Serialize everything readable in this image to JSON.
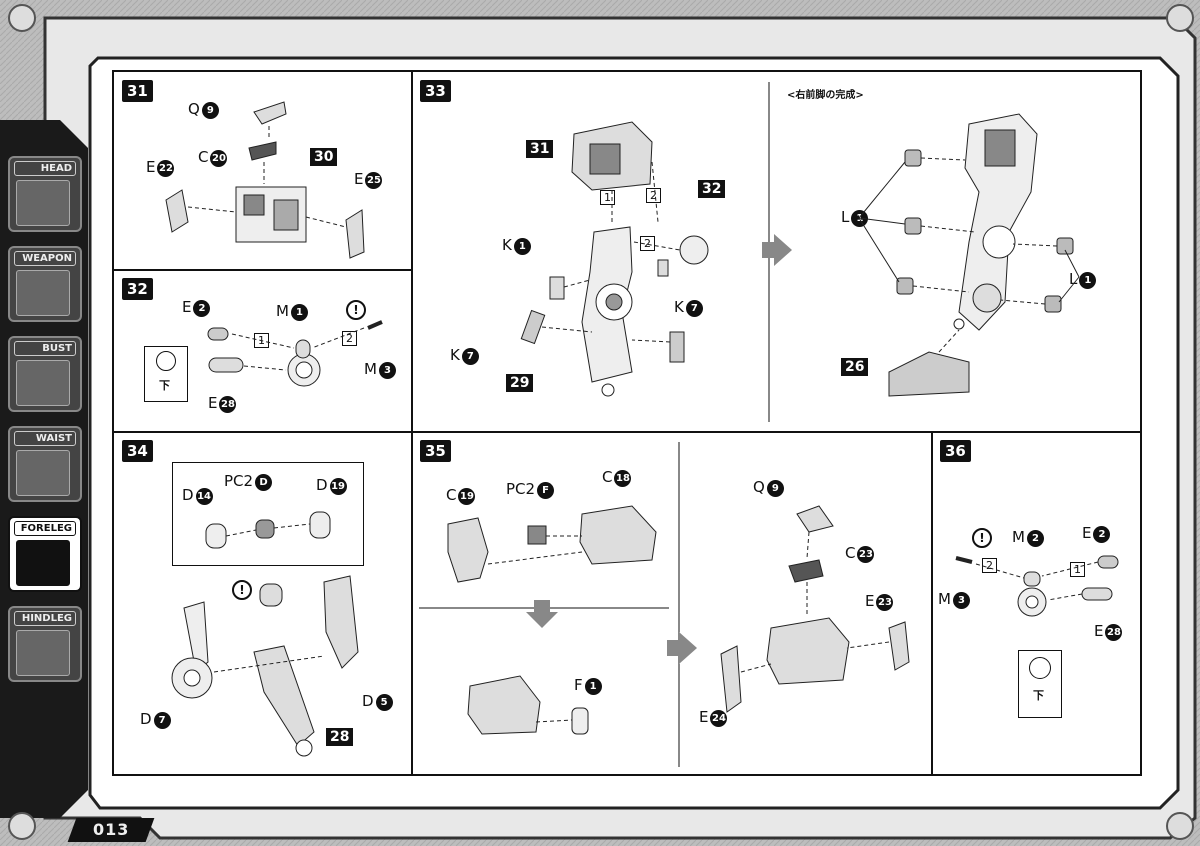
{
  "sidebar": {
    "tabs": [
      {
        "label": "HEAD",
        "icon": "head-icon",
        "active": false
      },
      {
        "label": "WEAPON",
        "icon": "weapon-icon",
        "active": false
      },
      {
        "label": "BUST",
        "icon": "bust-icon",
        "active": false
      },
      {
        "label": "WAIST",
        "icon": "waist-icon",
        "active": false
      },
      {
        "label": "FORELEG",
        "icon": "foreleg-icon",
        "active": true
      },
      {
        "label": "HINDLEG",
        "icon": "hindleg-icon",
        "active": false
      }
    ]
  },
  "page_number": "013",
  "steps": {
    "s31": {
      "no": "31",
      "labels": [
        {
          "t": "Q",
          "n": "9"
        },
        {
          "t": "C",
          "n": "20"
        },
        {
          "t": "E",
          "n": "22"
        },
        {
          "t": "E",
          "n": "25"
        }
      ],
      "ref": "30"
    },
    "s32": {
      "no": "32",
      "labels": [
        {
          "t": "E",
          "n": "2"
        },
        {
          "t": "M",
          "n": "1"
        },
        {
          "t": "M",
          "n": "3"
        },
        {
          "t": "E",
          "n": "28"
        }
      ],
      "order1": "1",
      "order2": "2",
      "caution": "!",
      "down": "下"
    },
    "s33": {
      "no": "33",
      "labels": [
        {
          "t": "K",
          "n": "1"
        },
        {
          "t": "K",
          "n": "7"
        },
        {
          "t": "K",
          "n": "7"
        }
      ],
      "ref_a": "31",
      "ref_b": "32",
      "ref_c": "29",
      "order1": "1",
      "order2": "2",
      "order2b": "2"
    },
    "s33b": {
      "caption": "<右前脚の完成>",
      "labels": [
        {
          "t": "L",
          "n": "1"
        },
        {
          "t": "L",
          "n": "1"
        }
      ],
      "ref": "26"
    },
    "s34": {
      "no": "34",
      "labels": [
        {
          "t": "D",
          "n": "14"
        },
        {
          "t": "PC2",
          "n": "D"
        },
        {
          "t": "D",
          "n": "19"
        },
        {
          "t": "D",
          "n": "7"
        },
        {
          "t": "D",
          "n": "5"
        }
      ],
      "ref": "28",
      "caution": "!"
    },
    "s35": {
      "no": "35",
      "labels": [
        {
          "t": "C",
          "n": "19"
        },
        {
          "t": "PC2",
          "n": "F"
        },
        {
          "t": "C",
          "n": "18"
        },
        {
          "t": "F",
          "n": "1"
        }
      ]
    },
    "s35b": {
      "labels": [
        {
          "t": "Q",
          "n": "9"
        },
        {
          "t": "C",
          "n": "23"
        },
        {
          "t": "E",
          "n": "23"
        },
        {
          "t": "E",
          "n": "24"
        }
      ]
    },
    "s36": {
      "no": "36",
      "labels": [
        {
          "t": "M",
          "n": "2"
        },
        {
          "t": "E",
          "n": "2"
        },
        {
          "t": "M",
          "n": "3"
        },
        {
          "t": "E",
          "n": "28"
        }
      ],
      "order1": "1",
      "order2": "2",
      "caution": "!",
      "down": "下"
    }
  }
}
